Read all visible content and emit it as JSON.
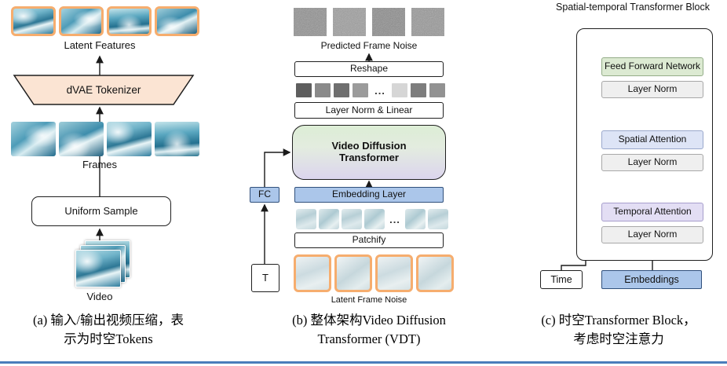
{
  "panel_a": {
    "latent_features": "Latent Features",
    "dvae_tokenizer": "dVAE Tokenizer",
    "frames": "Frames",
    "uniform_sample": "Uniform Sample",
    "video": "Video",
    "caption_line1": "(a) 输入/输出视频压缩，表",
    "caption_line2": "示为时空Tokens"
  },
  "panel_b": {
    "predicted_frame_noise": "Predicted Frame Noise",
    "reshape": "Reshape",
    "layer_norm_linear": "Layer Norm & Linear",
    "vdt_line1": "Video Diffusion",
    "vdt_line2": "Transformer",
    "fc": "FC",
    "embedding_layer": "Embedding Layer",
    "patchify": "Patchify",
    "t": "T",
    "ellipsis": "...",
    "latent_frame_noise": "Latent Frame Noise",
    "caption_line1": "(b) 整体架构Video Diffusion",
    "caption_line2": "Transformer (VDT)"
  },
  "panel_c": {
    "title": "Spatial-temporal Transformer Block",
    "feed_forward_network": "Feed Forward Network",
    "layer_norm": "Layer Norm",
    "spatial_attention": "Spatial Attention",
    "temporal_attention": "Temporal Attention",
    "time": "Time",
    "embeddings": "Embeddings",
    "caption_line1": "(c) 时空Transformer Block，",
    "caption_line2": "考虑时空注意力"
  },
  "colors": {
    "orange_frame_border": "#f6ad6e",
    "dvae_fill": "#fbe4d3",
    "blue_box_fill": "#abc6ea",
    "vdt_gradient_top": "#dcedd5",
    "vdt_gradient_bottom": "#dcd5ee",
    "ffn_fill": "#dcead2",
    "spatial_attention_fill": "#dde4f6",
    "temporal_attention_fill": "#e3def4",
    "layer_norm_fill": "#efefef",
    "bottom_rule_blue": "#4a7dbb"
  }
}
